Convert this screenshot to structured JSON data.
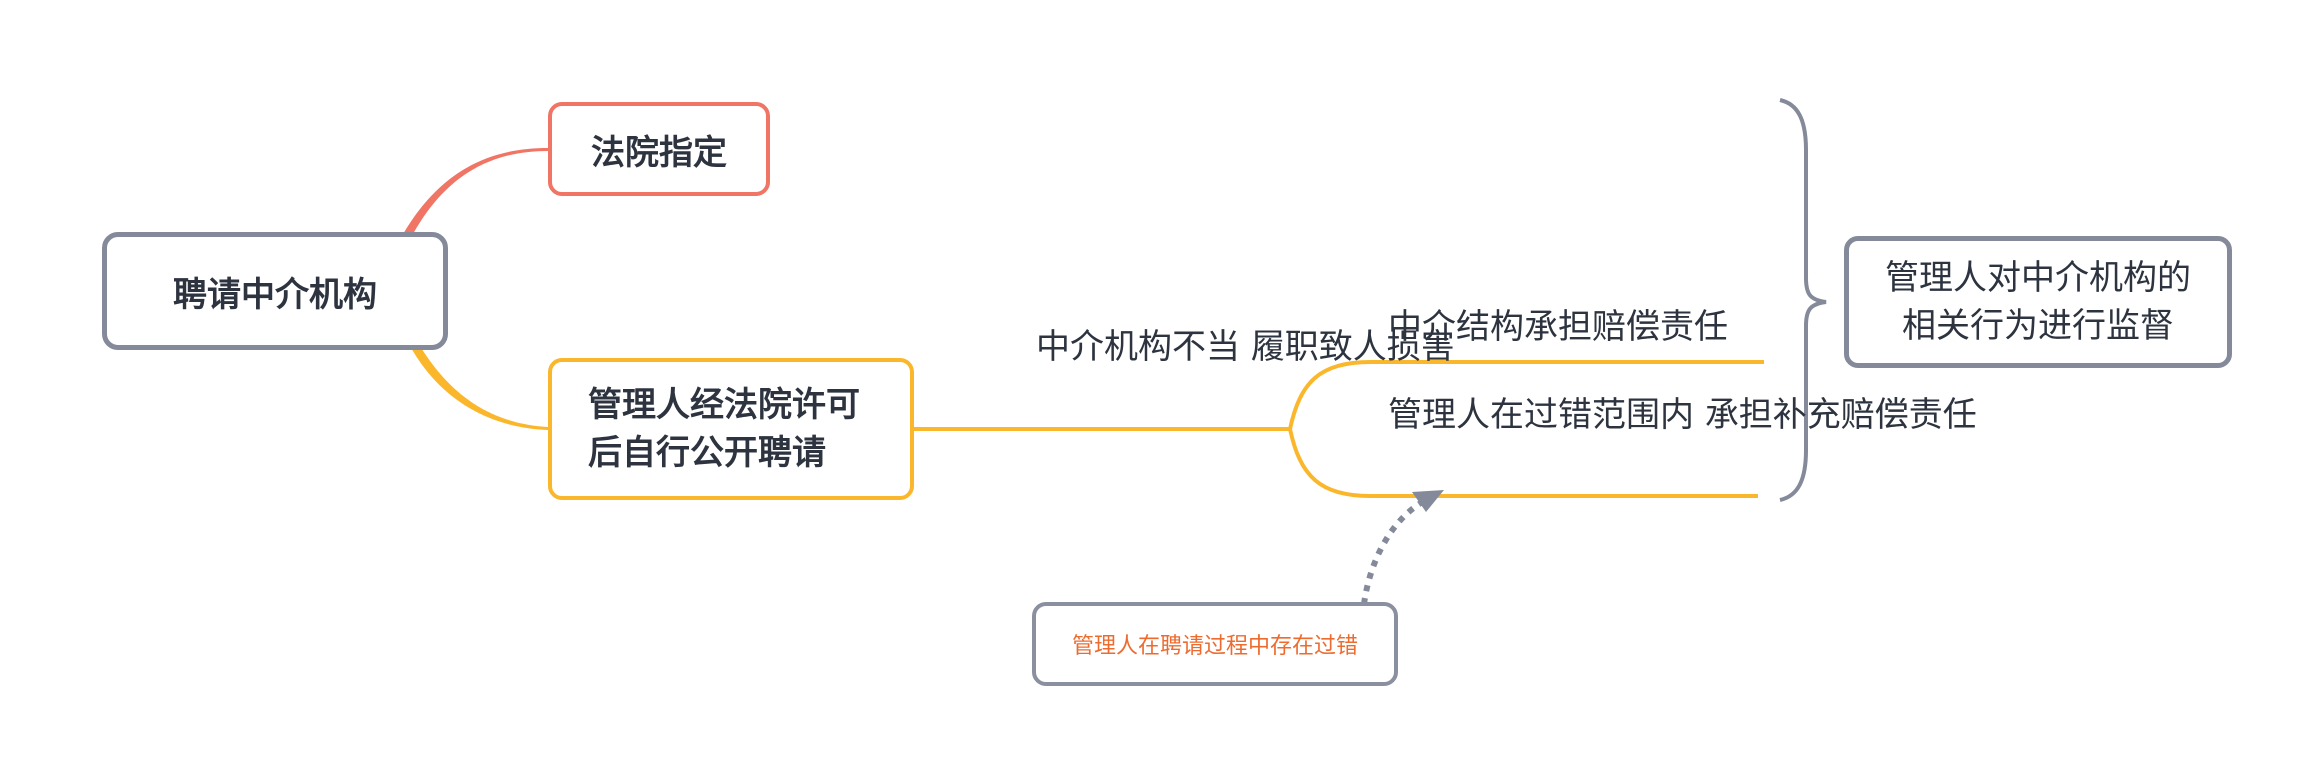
{
  "colors": {
    "gray_border": "#848a99",
    "red_branch": "#f07565",
    "orange_branch": "#fbb72c",
    "text_dark": "#2d3440",
    "callout_text": "#ee6b2f"
  },
  "root": {
    "label": "聘请中介机构"
  },
  "branches": {
    "court_assigned": "法院指定",
    "manager_hire": [
      "管理人经法院许可",
      "后自行公开聘请"
    ]
  },
  "edge_label": [
    "中介机构不当",
    "履职致人损害"
  ],
  "outcomes": {
    "agency_liability": "中介结构承担赔偿责任",
    "manager_liability": [
      "管理人在过错范围内",
      "承担补充赔偿责任"
    ]
  },
  "summary": [
    "管理人对中介机构的",
    "相关行为进行监督"
  ],
  "callout": "管理人在聘请过程中存在过错"
}
